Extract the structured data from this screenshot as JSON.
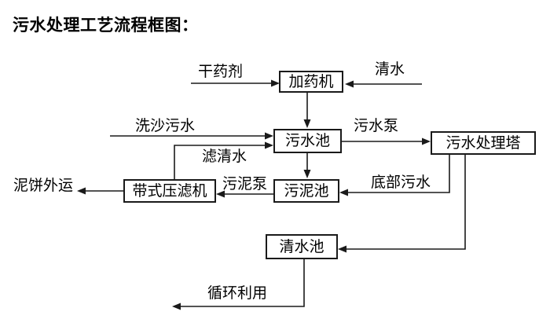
{
  "title": "污水处理工艺流程框图：",
  "nodes": {
    "dosing_machine": "加药机",
    "sewage_pool": "污水池",
    "treatment_tower": "污水处理塔",
    "belt_filter_press": "带式压滤机",
    "sludge_pool": "污泥池",
    "clean_water_pool": "清水池"
  },
  "edge_labels": {
    "dry_agent": "干药剂",
    "clean_water": "清水",
    "sand_washing_sewage": "洗沙污水",
    "sewage_pump": "污水泵",
    "filtered_water": "滤清水",
    "sludge_pump": "污泥泵",
    "bottom_sewage": "底部污水",
    "mud_cake_out": "泥饼外运",
    "recycling": "循环利用"
  },
  "edges": [
    {
      "from": "干药剂(外部)",
      "to": "加药机",
      "label": "干药剂"
    },
    {
      "from": "清水(外部)",
      "to": "加药机",
      "label": "清水"
    },
    {
      "from": "加药机",
      "to": "污水池",
      "label": ""
    },
    {
      "from": "洗沙污水(外部)",
      "to": "污水池",
      "label": "洗沙污水"
    },
    {
      "from": "带式压滤机",
      "to": "污水池",
      "label": "滤清水"
    },
    {
      "from": "污水池",
      "to": "污水处理塔",
      "label": "污水泵"
    },
    {
      "from": "污水池",
      "to": "污泥池",
      "label": ""
    },
    {
      "from": "污水处理塔",
      "to": "污泥池",
      "label": "底部污水"
    },
    {
      "from": "污泥池",
      "to": "带式压滤机",
      "label": "污泥泵"
    },
    {
      "from": "带式压滤机",
      "to": "泥饼外运(外部)",
      "label": "泥饼外运"
    },
    {
      "from": "污水处理塔",
      "to": "清水池",
      "label": ""
    },
    {
      "from": "清水池",
      "to": "循环利用(外部)",
      "label": "循环利用"
    }
  ],
  "colors": {
    "line": "#1a1a1a",
    "text": "#000000",
    "background": "#ffffff"
  }
}
